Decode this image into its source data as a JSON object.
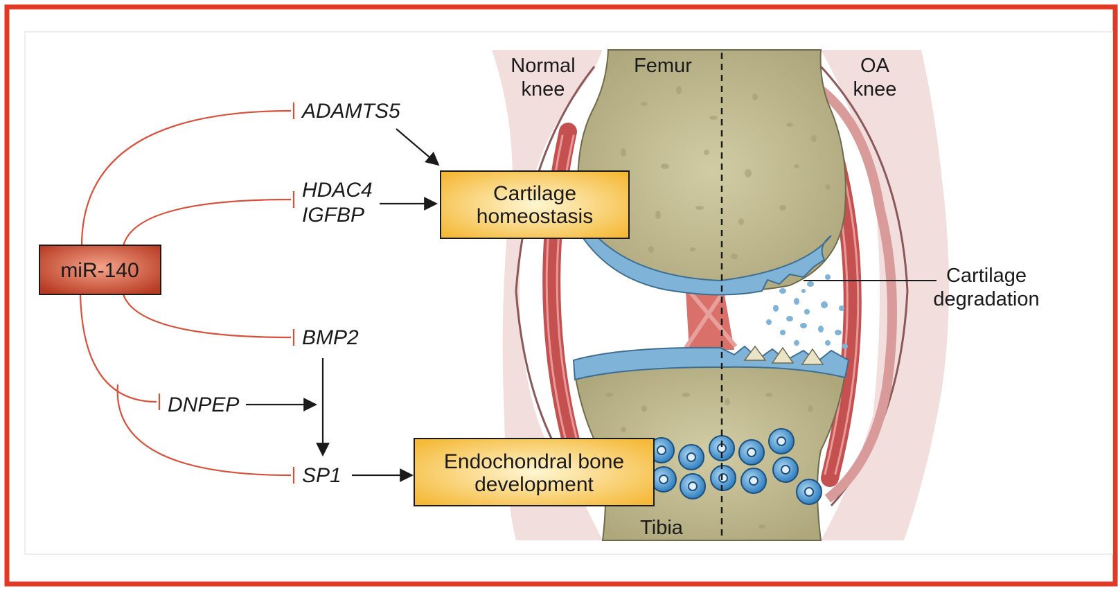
{
  "hub": {
    "label": "miR-140"
  },
  "genes": {
    "adamts5": "ADAMTS5",
    "hdac4": "HDAC4",
    "igfbp": "IGFBP",
    "bmp2": "BMP2",
    "dnpep": "DNPEP",
    "sp1": "SP1"
  },
  "outcomes": {
    "cartilage_homeostasis": [
      "Cartilage",
      "homeostasis"
    ],
    "bone_development": [
      "Endochondral bone",
      "development"
    ]
  },
  "knee": {
    "normal": [
      "Normal",
      "knee"
    ],
    "oa": [
      "OA",
      "knee"
    ],
    "femur": "Femur",
    "tibia": "Tibia",
    "degradation": [
      "Cartilage",
      "degradation"
    ]
  },
  "colors": {
    "frame": "#e03a24",
    "inhibit": "#d9503a",
    "box_fill": "#f7c44a",
    "hub_fill": "#c24a2e",
    "bone": "#c2bc93",
    "cartilage": "#7fb3d8",
    "tissue": "#f3dede",
    "ligament": "#c55050"
  }
}
